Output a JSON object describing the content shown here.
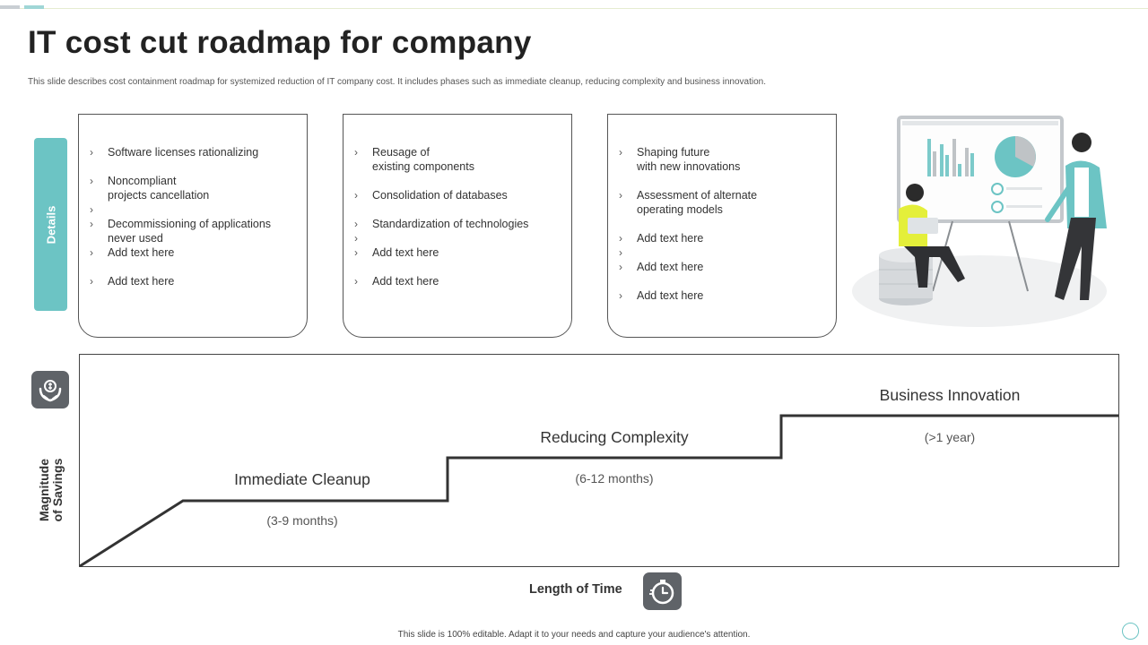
{
  "title": "IT cost cut roadmap for company",
  "subtitle": "This slide describes cost containment roadmap for systemized reduction of IT company cost. It includes phases such as immediate  cleanup, reducing complexity and business innovation.",
  "details_tab": "Details",
  "cards": [
    {
      "items": [
        "Software  licenses rationalizing",
        "Noncompliant\nprojects cancellation",
        "",
        "Decommissioning  of applications\nnever  used",
        "Add text here",
        "Add text here"
      ]
    },
    {
      "items": [
        "Reusage of\nexisting components",
        "Consolidation of databases",
        "Standardization  of technologies",
        "",
        "Add text here",
        "Add text here"
      ]
    },
    {
      "items": [
        "Shaping future\nwith new innovations",
        "Assessment of alternate\noperating  models",
        "Add text here",
        "",
        "Add text here",
        "Add text here"
      ]
    }
  ],
  "phases": [
    {
      "name": "Immediate Cleanup",
      "duration": "(3-9 months)"
    },
    {
      "name": "Reducing Complexity",
      "duration": "(6-12 months)"
    },
    {
      "name": "Business Innovation",
      "duration": "(>1 year)"
    }
  ],
  "y_axis_label": "Magnitude\nof Savings",
  "x_axis_label": "Length of Time",
  "footer": "This slide is 100% editable.  Adapt it to your needs and capture your audience's attention.",
  "icons": {
    "savings": "hand-money-icon",
    "time": "stopwatch-icon"
  },
  "colors": {
    "accent": "#6cc4c4",
    "icon_bg": "#5f6368",
    "step_line": "#333333"
  }
}
